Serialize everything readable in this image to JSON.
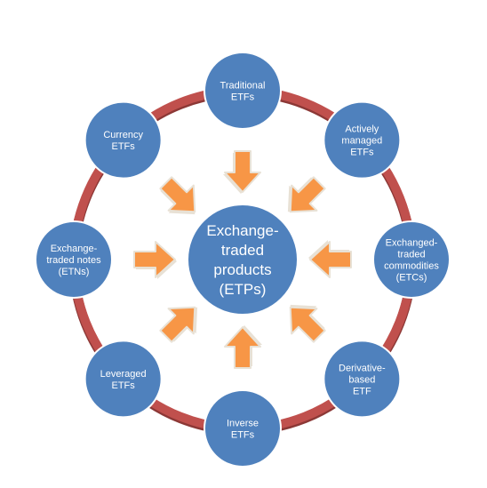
{
  "colors": {
    "ring": "#c0504d",
    "ring_shadow": "#8c3836",
    "node_fill": "#4f81bd",
    "node_stroke": "#ffffff",
    "arrow_fill": "#f79646",
    "arrow_edge": "#e8e1d5",
    "text": "#ffffff"
  },
  "center": {
    "lines": [
      "Exchange-",
      "traded",
      "products",
      "(ETPs)"
    ]
  },
  "nodes": [
    {
      "id": "traditional-etfs",
      "lines": [
        "Traditional",
        "ETFs"
      ]
    },
    {
      "id": "actively-managed-etfs",
      "lines": [
        "Actively",
        "managed",
        "ETFs"
      ]
    },
    {
      "id": "exchanged-traded-commodities",
      "lines": [
        "Exchanged-",
        "traded",
        "commodities",
        "(ETCs)"
      ]
    },
    {
      "id": "derivative-based-etf",
      "lines": [
        "Derivative-",
        "based",
        "ETF"
      ]
    },
    {
      "id": "inverse-etfs",
      "lines": [
        "Inverse",
        "ETFs"
      ]
    },
    {
      "id": "leveraged-etfs",
      "lines": [
        "Leveraged",
        "ETFs"
      ]
    },
    {
      "id": "exchange-traded-notes",
      "lines": [
        "Exchange-",
        "traded notes",
        "(ETNs)"
      ]
    },
    {
      "id": "currency-etfs",
      "lines": [
        "Currency",
        "ETFs"
      ]
    }
  ]
}
